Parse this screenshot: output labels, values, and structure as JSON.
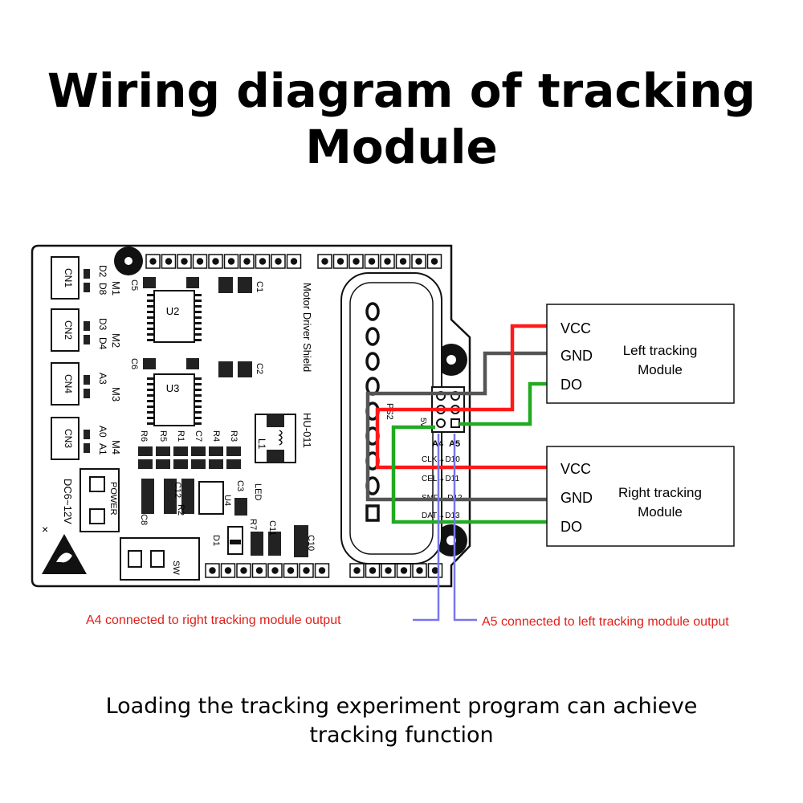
{
  "title": {
    "line1": "Wiring diagram of tracking",
    "line2": "Module"
  },
  "board": {
    "name": "Motor Driver Shield",
    "model": "HU-011",
    "motor_ports": [
      "CN1",
      "CN2",
      "CN4",
      "CN3"
    ],
    "motor_labels": [
      "M1",
      "M2",
      "M3",
      "M4"
    ],
    "chips": [
      "U2",
      "U3",
      "U4"
    ],
    "inductor": "L1",
    "diode": "D1",
    "power_label": "POWER",
    "dc_label": "DC6~12V",
    "switch_label": "SW",
    "led_label": "LED",
    "header_label_5v": "5V",
    "header_labels": [
      "A4",
      "A5"
    ],
    "pin_labels": [
      "CLK→D10",
      "CEL→D11",
      "SMD→D12",
      "DAT→D13"
    ],
    "part_labels": [
      "C5",
      "C6",
      "C1",
      "C2",
      "R6",
      "R5",
      "R1",
      "C7",
      "R4",
      "R3",
      "C12",
      "R2",
      "C8",
      "C3",
      "R7",
      "C11",
      "C10",
      "D2",
      "D8",
      "D4",
      "D3",
      "A3",
      "A0",
      "A1",
      "PS2"
    ]
  },
  "left_module": {
    "pins": [
      "VCC",
      "GND",
      "DO"
    ],
    "title_line1": "Left tracking",
    "title_line2": "Module"
  },
  "right_module": {
    "pins": [
      "VCC",
      "GND",
      "DO"
    ],
    "title_line1": "Right tracking",
    "title_line2": "Module"
  },
  "annotations": {
    "a4": "A4 connected to right tracking module output",
    "a5": "A5 connected to left tracking module output"
  },
  "footer": {
    "line1": "Loading the tracking experiment program can achieve",
    "line2": "tracking function"
  },
  "colors": {
    "vcc_wire": "#ff1a1a",
    "gnd_wire": "#555555",
    "do_wire": "#22aa22",
    "pointer_line": "#7777ee",
    "annotation_text": "#e0201a"
  }
}
